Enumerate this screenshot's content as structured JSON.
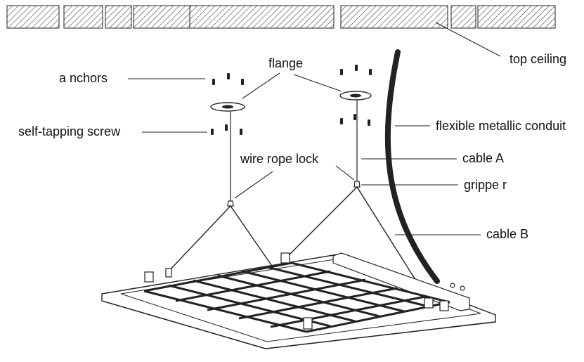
{
  "labels": {
    "top_ceiling": "top ceiling",
    "flange": "flange",
    "anchors": "a nchors",
    "self_tapping_screw": "self-tapping screw",
    "flexible_metallic_conduit": "flexible metallic conduit",
    "cable_a": "cable A",
    "wire_rope_lock": "wire rope lock",
    "gripper": "grippe r",
    "cable_b": "cable B"
  },
  "colors": {
    "line": "#222222",
    "hatch": "#444444",
    "conduit": "#333333",
    "panel_fill": "#ffffff"
  }
}
